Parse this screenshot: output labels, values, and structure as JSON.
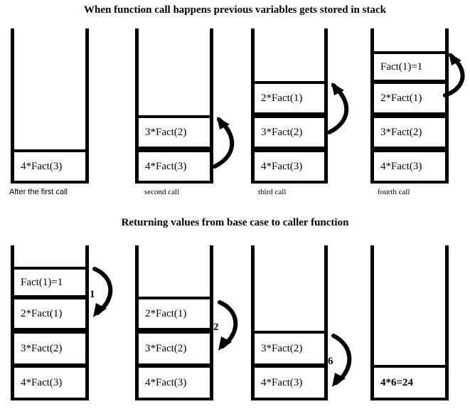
{
  "headings": {
    "top": "When function call happens previous variables gets stored in stack",
    "bottom": "Returning values from base case to caller function"
  },
  "colors": {
    "stroke": "#000000",
    "background": "#ffffff",
    "text": "#000000"
  },
  "row_push": {
    "stacks": [
      {
        "caption": "After the first call",
        "cells": [
          "4*Fact(3)"
        ],
        "arrow": null
      },
      {
        "caption": "second call",
        "cells": [
          "3*Fact(2)",
          "4*Fact(3)"
        ],
        "arrow": {
          "direction": "up",
          "label": ""
        }
      },
      {
        "caption": "third call",
        "cells": [
          "2*Fact(1)",
          "3*Fact(2)",
          "4*Fact(3)"
        ],
        "arrow": {
          "direction": "up",
          "label": ""
        }
      },
      {
        "caption": "fourth call",
        "cells": [
          "Fact(1)=1",
          "2*Fact(1)",
          "3*Fact(2)",
          "4*Fact(3)"
        ],
        "arrow": {
          "direction": "up",
          "label": ""
        }
      }
    ]
  },
  "row_pop": {
    "stacks": [
      {
        "caption": "",
        "cells": [
          "Fact(1)=1",
          "2*Fact(1)",
          "3*Fact(2)",
          "4*Fact(3)"
        ],
        "arrow": {
          "direction": "down",
          "label": "1"
        }
      },
      {
        "caption": "",
        "cells": [
          "2*Fact(1)",
          "3*Fact(2)",
          "4*Fact(3)"
        ],
        "arrow": {
          "direction": "down",
          "label": "2"
        }
      },
      {
        "caption": "",
        "cells": [
          "3*Fact(2)",
          "4*Fact(3)"
        ],
        "arrow": {
          "direction": "down",
          "label": "6"
        }
      },
      {
        "caption": "",
        "cells": [
          "4*6=24"
        ],
        "arrow": null,
        "bold_cells": true
      }
    ]
  }
}
